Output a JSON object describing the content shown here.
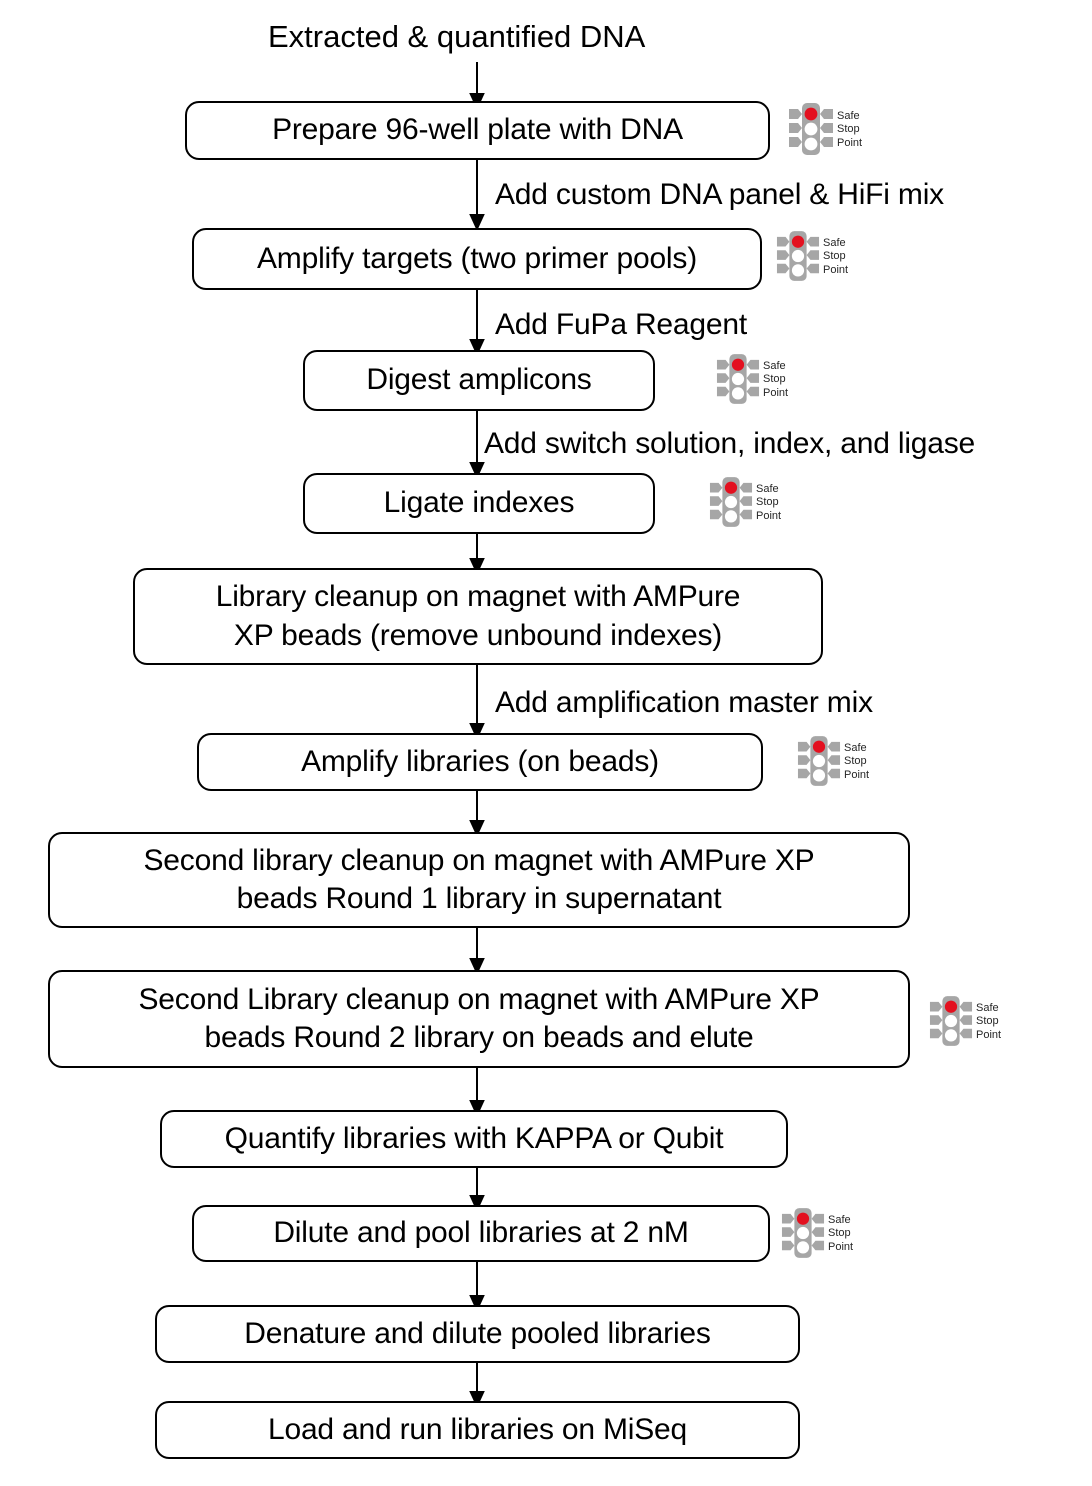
{
  "diagram": {
    "title_text": "Extracted & quantified DNA",
    "safe_stop_point": {
      "line1": "Safe",
      "line2": "Stop",
      "line3": "Point",
      "icon": "traffic-light-icon",
      "lamp_on_color": "#E3101F",
      "housing_color": "#A6A6A6",
      "lamp_off_color": "#FFFFFF"
    },
    "colors": {
      "box_border": "#000000",
      "box_fill": "#FFFFFF",
      "text": "#000000",
      "arrow": "#000000",
      "background": "#FFFFFF"
    },
    "nodes": [
      {
        "id": "n1",
        "label": "Prepare 96-well plate with DNA",
        "safe_stop": true
      },
      {
        "id": "n2",
        "label": "Amplify targets (two primer pools)",
        "safe_stop": true
      },
      {
        "id": "n3",
        "label": "Digest amplicons",
        "safe_stop": true
      },
      {
        "id": "n4",
        "label": "Ligate indexes",
        "safe_stop": true
      },
      {
        "id": "n5",
        "label": "Library cleanup on magnet with AMPure\nXP beads (remove unbound indexes)",
        "safe_stop": false
      },
      {
        "id": "n6",
        "label": "Amplify libraries (on beads)",
        "safe_stop": true
      },
      {
        "id": "n7",
        "label": "Second library cleanup on magnet with AMPure XP\nbeads Round 1 library in supernatant",
        "safe_stop": false
      },
      {
        "id": "n8",
        "label": "Second Library cleanup on magnet with AMPure XP\nbeads Round 2 library on beads and elute",
        "safe_stop": true
      },
      {
        "id": "n9",
        "label": "Quantify libraries with KAPPA or Qubit",
        "safe_stop": false
      },
      {
        "id": "n10",
        "label": "Dilute and pool libraries at 2 nM",
        "safe_stop": true
      },
      {
        "id": "n11",
        "label": "Denature and dilute pooled libraries",
        "safe_stop": false
      },
      {
        "id": "n12",
        "label": "Load and run libraries on MiSeq",
        "safe_stop": false
      }
    ],
    "edge_labels": [
      {
        "id": "e1",
        "text": "Add custom DNA panel & HiFi mix"
      },
      {
        "id": "e2",
        "text": "Add FuPa Reagent"
      },
      {
        "id": "e3",
        "text": "Add switch solution, index, and ligase"
      },
      {
        "id": "e4",
        "text": "Add amplification master mix"
      }
    ]
  }
}
